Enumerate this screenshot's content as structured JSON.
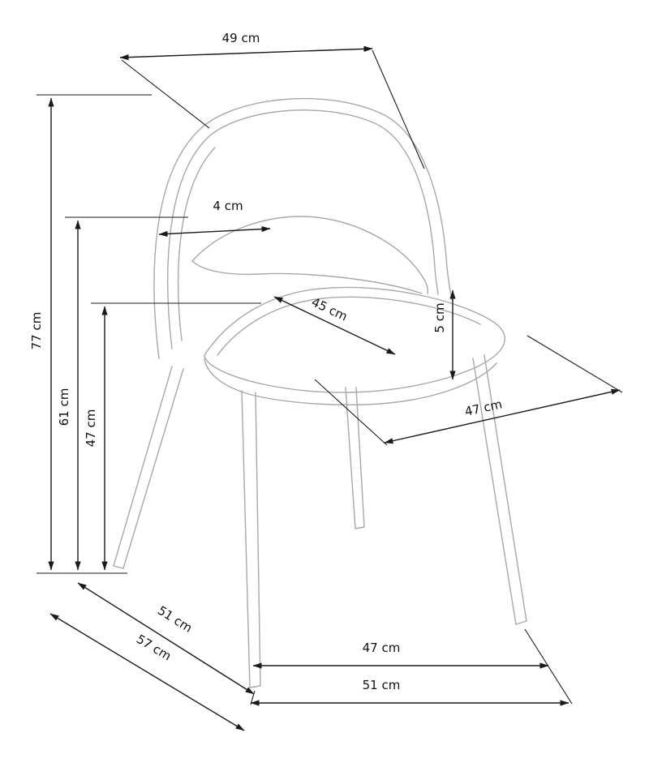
{
  "diagram": {
    "type": "chair-dimension-drawing",
    "background_color": "#ffffff",
    "dimension_line_color": "#1a1a1a",
    "drawing_line_color": "#a8a8a8",
    "dimensions": {
      "back_width": {
        "label": "49 cm"
      },
      "back_thickness": {
        "label": "4 cm"
      },
      "total_height": {
        "label": "77 cm"
      },
      "backrest_height": {
        "label": "61 cm"
      },
      "seat_height": {
        "label": "47 cm"
      },
      "seat_width": {
        "label": "45 cm"
      },
      "cushion_thickness": {
        "label": "5 cm"
      },
      "seat_depth": {
        "label": "47 cm"
      },
      "base_diag_inner": {
        "label": "51 cm"
      },
      "base_diag_outer": {
        "label": "57 cm"
      },
      "base_width_inner": {
        "label": "47 cm"
      },
      "base_width_outer": {
        "label": "51 cm"
      }
    }
  }
}
